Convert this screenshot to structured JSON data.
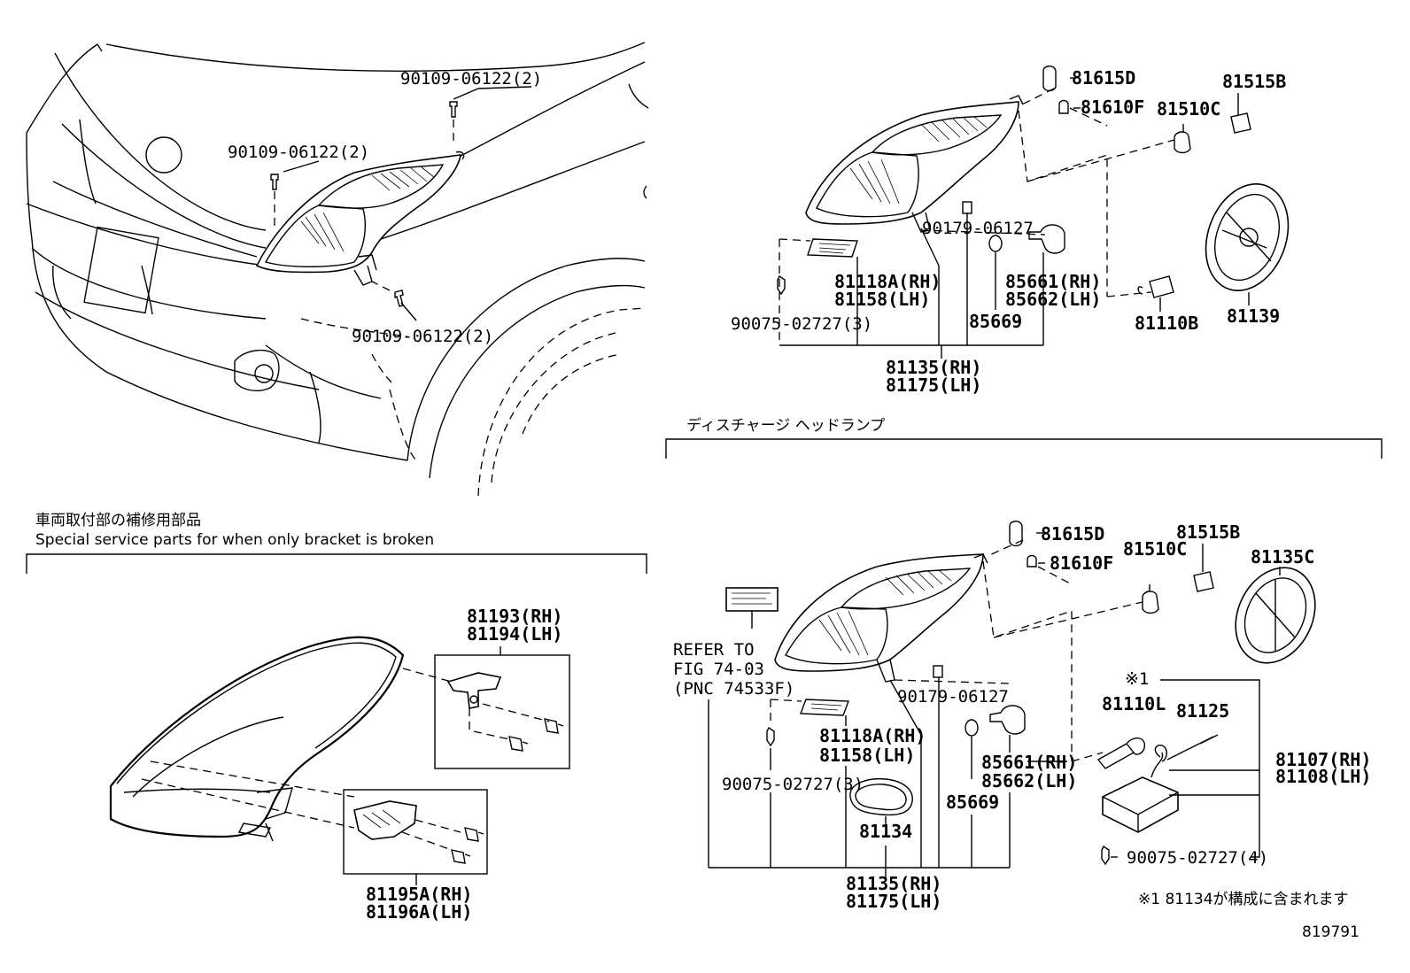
{
  "labels": {
    "top_left_bolt_1": "90109-06122(2)",
    "top_left_bolt_2": "90109-06122(2)",
    "top_left_bolt_3": "90109-06122(2)",
    "h_81615d": "81615D",
    "h_81610f": "81610F",
    "h_81510c": "81510C",
    "h_81515b": "81515B",
    "h_90179": "90179-06127",
    "h_81118a_rh": "81118A(RH)",
    "h_81158_lh": "81158(LH)",
    "h_85661_rh": "85661(RH)",
    "h_85662_lh": "85662(LH)",
    "h_85669": "85669",
    "h_90075": "90075-02727(3)",
    "h_81110b": "81110B",
    "h_81139": "81139",
    "h_81135_rh": "81135(RH)",
    "h_81175_lh": "81175(LH)",
    "discharge_title": "ディスチャージ  ヘッドランプ",
    "service_jp": "車両取付部の補修用部品",
    "service_en": "Special  service  parts  for  when  only  bracket  is  broken",
    "s_81193_rh": "81193(RH)",
    "s_81194_lh": "81194(LH)",
    "s_81195a_rh": "81195A(RH)",
    "s_81196a_lh": "81196A(LH)",
    "d_81615d": "81615D",
    "d_81610f": "81610F",
    "d_81510c": "81510C",
    "d_81515b": "81515B",
    "d_81135c": "81135C",
    "d_refer1": "REFER TO",
    "d_refer2": "FIG 74-03",
    "d_refer3": "(PNC 74533F)",
    "d_90179": "90179-06127",
    "d_81118a_rh": "81118A(RH)",
    "d_81158_lh": "81158(LH)",
    "d_85661_rh": "85661(RH)",
    "d_85662_lh": "85662(LH)",
    "d_90075_3": "90075-02727(3)",
    "d_85669": "85669",
    "d_81134": "81134",
    "d_note_mark": "※1",
    "d_81110l": "81110L",
    "d_81125": "81125",
    "d_81107_rh": "81107(RH)",
    "d_81108_lh": "81108(LH)",
    "d_90075_4": "90075-02727(4)",
    "d_81135_rh": "81135(RH)",
    "d_81175_lh": "81175(LH)",
    "footnote": "※1 81134が構成に含まれます",
    "figure_no": "819791"
  }
}
